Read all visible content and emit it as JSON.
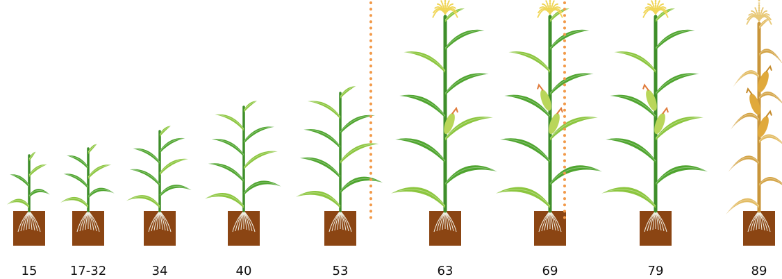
{
  "accent_colors": {
    "leaf": "#4fa52f",
    "leaf_light": "#8cc63f",
    "stalk": "#3e8e2a",
    "soil": "#8b4513",
    "root": "#f1efe3",
    "tassel": "#f0d658",
    "dry_leaf": "#d4a548",
    "divider": "#f29a4a"
  },
  "stages": [
    {
      "label": "15",
      "state": "seedling",
      "tassel": false,
      "ears": 0
    },
    {
      "label": "17-32",
      "state": "leaf-development",
      "tassel": false,
      "ears": 0
    },
    {
      "label": "34",
      "state": "stem-elongation",
      "tassel": false,
      "ears": 0
    },
    {
      "label": "40",
      "state": "stem-elongation",
      "tassel": false,
      "ears": 0
    },
    {
      "label": "53",
      "state": "heading",
      "tassel": false,
      "ears": 0
    },
    {
      "label": "63",
      "state": "flowering",
      "tassel": true,
      "ears": 1
    },
    {
      "label": "69",
      "state": "flowering-end",
      "tassel": true,
      "ears": 2
    },
    {
      "label": "79",
      "state": "fruit-development",
      "tassel": true,
      "ears": 2
    },
    {
      "label": "89",
      "state": "ripening",
      "tassel": true,
      "ears": 3
    }
  ],
  "dividers": [
    "between-53-and-63",
    "at-69"
  ]
}
